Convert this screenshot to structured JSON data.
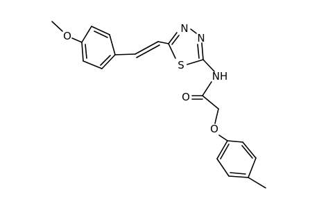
{
  "atoms": {
    "methoxy_o": "O",
    "triazole_n1": "N",
    "triazole_n2": "N",
    "thiadiazole_s": "S",
    "amide_nh": "NH",
    "carbonyl_o": "O",
    "ether_o": "O"
  }
}
